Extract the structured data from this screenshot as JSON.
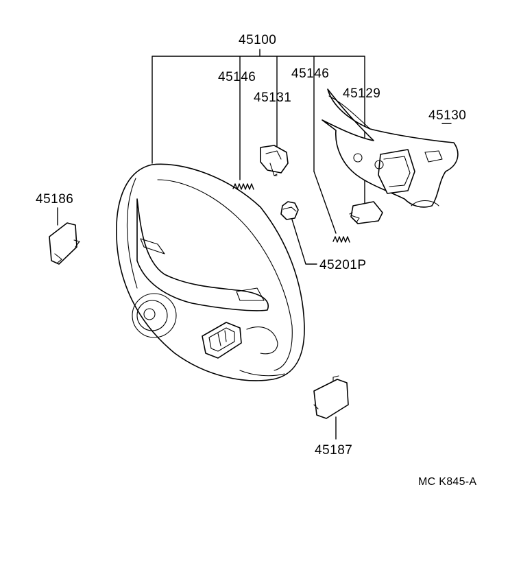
{
  "labels": {
    "assembly": "45100",
    "spring_left": "45146",
    "spring_right": "45146",
    "cover_left": "45131",
    "cover_right": "45129",
    "pad": "45130",
    "left_cover": "45186",
    "nut": "45201P",
    "lower_cover": "45187"
  },
  "diagram_code": "MC K845-A"
}
